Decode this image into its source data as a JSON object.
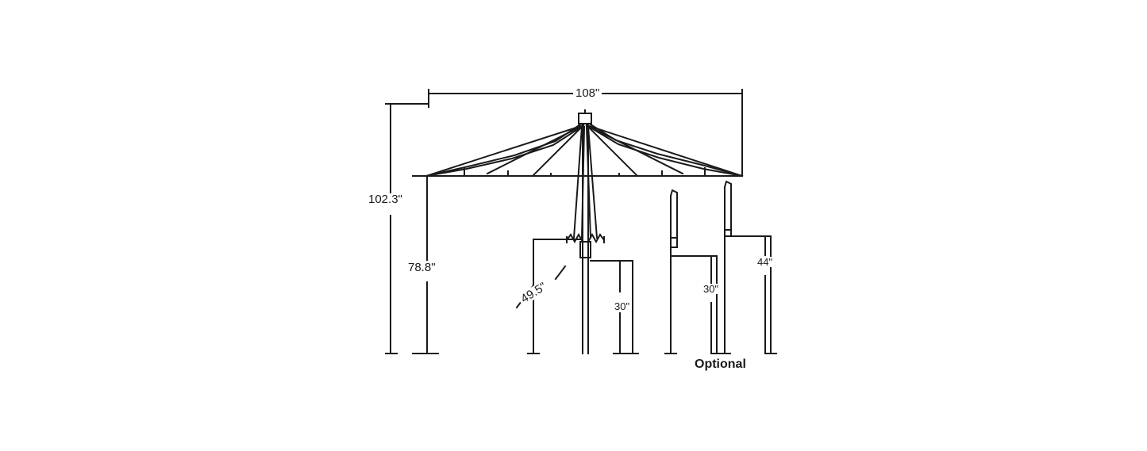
{
  "diagram": {
    "title": "Patio Umbrella Dimension Drawing",
    "type": "technical-dimension-drawing",
    "units": "inches",
    "line_color": "#1a1a1a",
    "background_color": "#ffffff",
    "dimensions": {
      "canopy_width": "108\"",
      "total_height": "102.3\"",
      "canopy_clearance_height": "78.8\"",
      "table_diagonal": "49.5\"",
      "table_height": "30\"",
      "chair_seat_height": "30\"",
      "chair_back_height": "44\""
    },
    "captions": {
      "optional": "Optional"
    },
    "objects": [
      {
        "name": "umbrella",
        "label": "market umbrella with ribbed canopy and center pole"
      },
      {
        "name": "table",
        "label": "round patio table"
      },
      {
        "name": "chair-low",
        "label": "low back chair"
      },
      {
        "name": "chair-high",
        "label": "high back chair"
      }
    ]
  }
}
